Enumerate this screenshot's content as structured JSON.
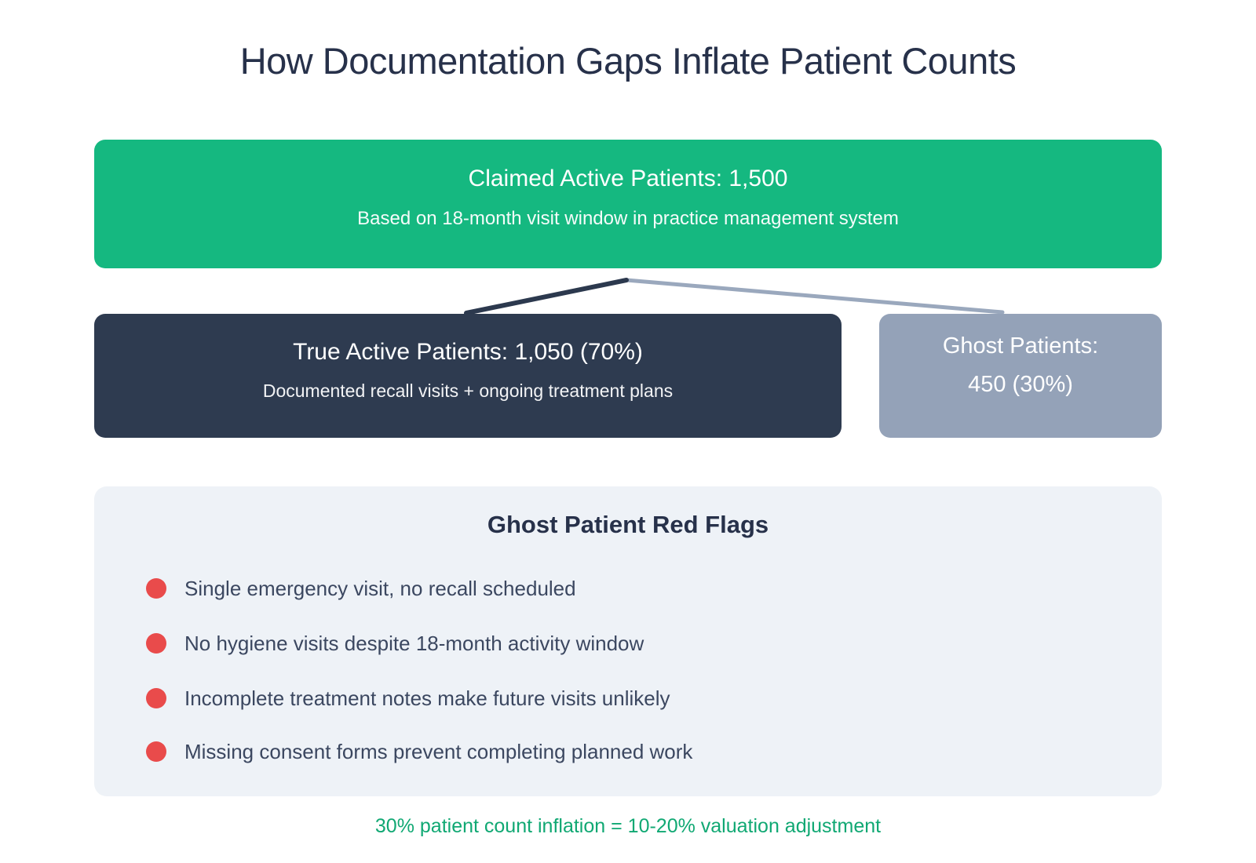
{
  "title": "How Documentation Gaps Inflate Patient Counts",
  "claimed_box": {
    "heading": "Claimed Active Patients: 1,500",
    "subtext": "Based on 18-month visit window in practice management system"
  },
  "true_active_box": {
    "heading": "True Active Patients: 1,050 (70%)",
    "subtext": "Documented recall visits + ongoing treatment plans"
  },
  "ghost_box": {
    "line1": "Ghost Patients:",
    "line2": "450 (30%)"
  },
  "red_flags": {
    "heading": "Ghost Patient Red Flags",
    "items": [
      "Single emergency visit, no recall scheduled",
      "No hygiene visits despite 18-month activity window",
      "Incomplete treatment notes make future visits unlikely",
      "Missing consent forms prevent completing planned work"
    ]
  },
  "footnote": "30% patient count inflation = 10-20% valuation adjustment",
  "colors": {
    "claimed_green": "#15b880",
    "true_active_navy": "#2e3b50",
    "ghost_gray": "#94a2b8",
    "panel_background": "#eef2f7",
    "bullet_red": "#e94b4b",
    "heading_text": "#27314a",
    "body_text": "#3b4760",
    "footnote_green": "#10a873",
    "connector_dark": "#2c394e",
    "connector_light": "#9aa8bd"
  }
}
